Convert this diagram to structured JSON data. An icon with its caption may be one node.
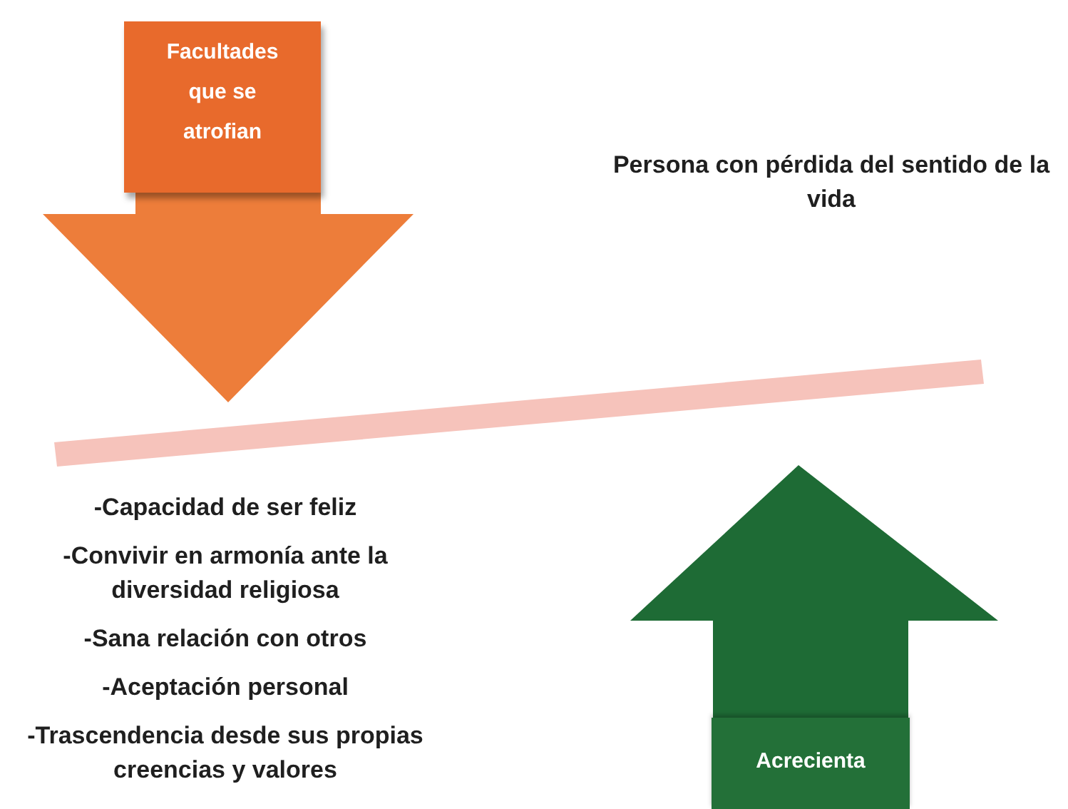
{
  "diagram": {
    "nodes": [
      {
        "text": [
          "Facultades que se atrofian"
        ]
      },
      {
        "text": [
          "Acrecienta"
        ]
      },
      {
        "text": [],
        "shape": "bar"
      }
    ],
    "labels": [
      "Persona con pérdida del sentido de la vida",
      "-Capacidad de ser feliz",
      "-Convivir en armonía ante la diversidad religiosa",
      "-Sana relación con otros",
      "-Aceptación personal",
      "-Trascendencia desde sus propias creencias y valores"
    ]
  }
}
